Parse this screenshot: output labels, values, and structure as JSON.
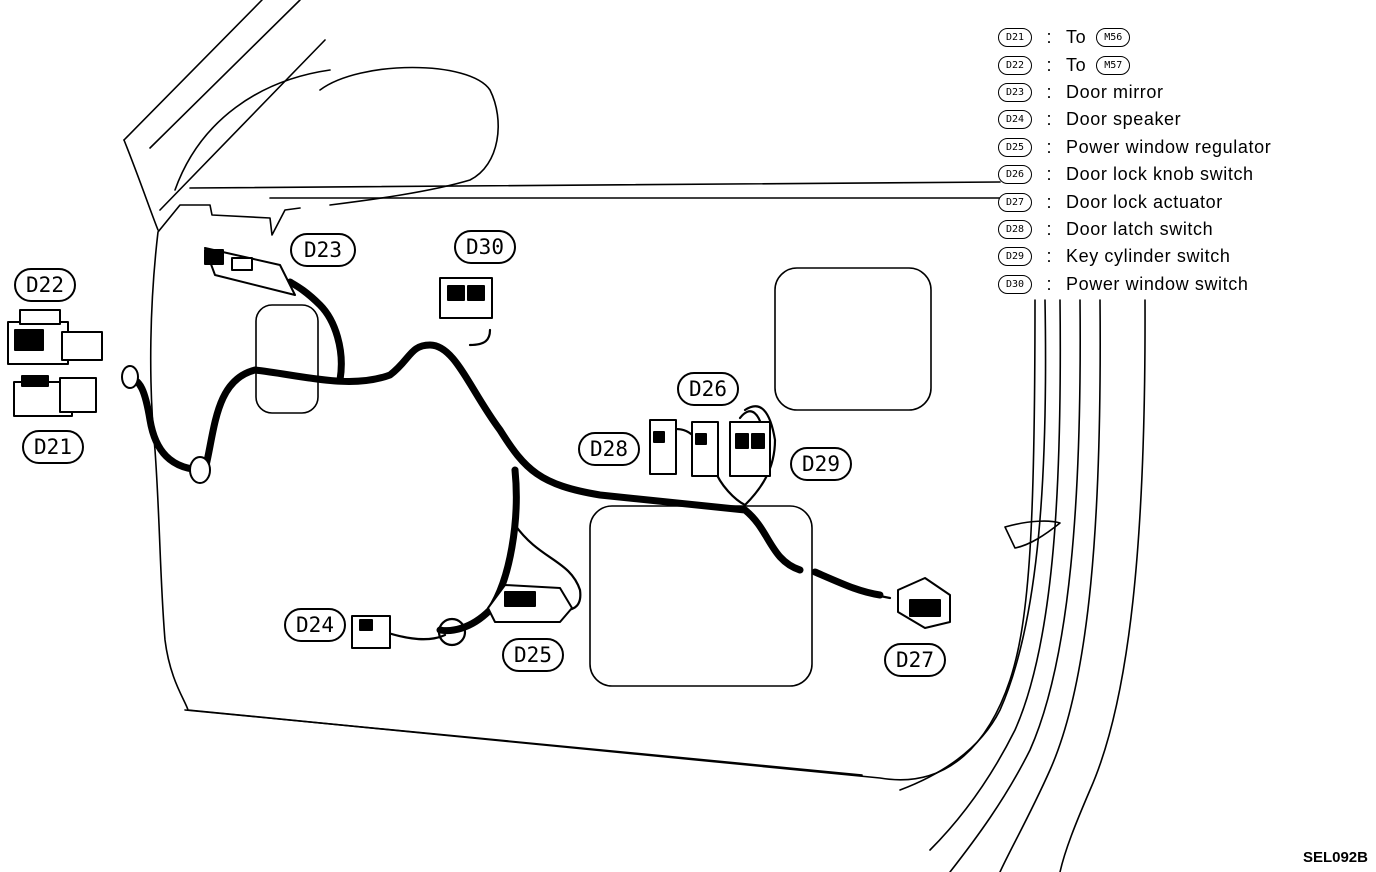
{
  "callouts": {
    "d21": "D21",
    "d22": "D22",
    "d23": "D23",
    "d24": "D24",
    "d25": "D25",
    "d26": "D26",
    "d27": "D27",
    "d28": "D28",
    "d29": "D29",
    "d30": "D30"
  },
  "legend": [
    {
      "code": "D21",
      "text": "To",
      "target": "M56"
    },
    {
      "code": "D22",
      "text": "To",
      "target": "M57"
    },
    {
      "code": "D23",
      "text": "Door mirror"
    },
    {
      "code": "D24",
      "text": "Door speaker"
    },
    {
      "code": "D25",
      "text": "Power window regulator"
    },
    {
      "code": "D26",
      "text": "Door lock knob switch"
    },
    {
      "code": "D27",
      "text": "Door lock actuator"
    },
    {
      "code": "D28",
      "text": "Door latch switch"
    },
    {
      "code": "D29",
      "text": "Key cylinder switch"
    },
    {
      "code": "D30",
      "text": "Power window switch"
    }
  ],
  "legend_separator": ":",
  "figure_id": "SEL092B"
}
